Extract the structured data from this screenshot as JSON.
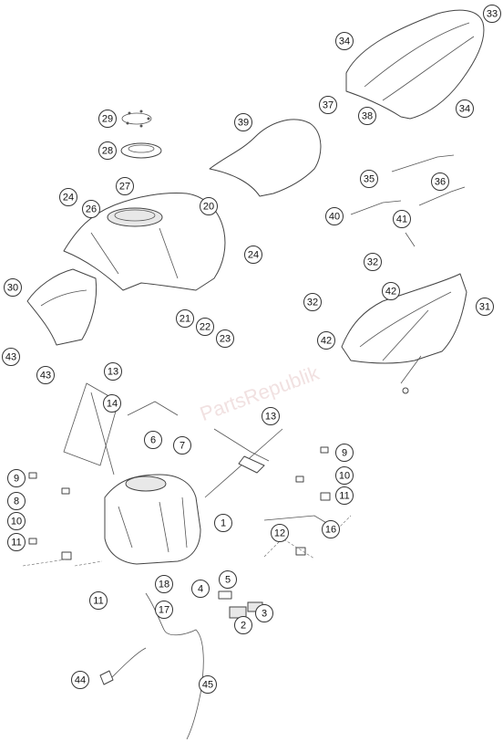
{
  "watermark": "PartsRepublik",
  "callouts": [
    "1",
    "2",
    "3",
    "4",
    "5",
    "6",
    "7",
    "8",
    "9",
    "9",
    "10",
    "10",
    "11",
    "11",
    "11",
    "12",
    "13",
    "13",
    "14",
    "16",
    "17",
    "18",
    "20",
    "21",
    "22",
    "23",
    "24",
    "24",
    "26",
    "27",
    "28",
    "29",
    "30",
    "31",
    "32",
    "32",
    "33",
    "34",
    "34",
    "37",
    "38",
    "39",
    "40",
    "41",
    "42",
    "42",
    "43",
    "43",
    "44",
    "45",
    "35",
    "36"
  ]
}
